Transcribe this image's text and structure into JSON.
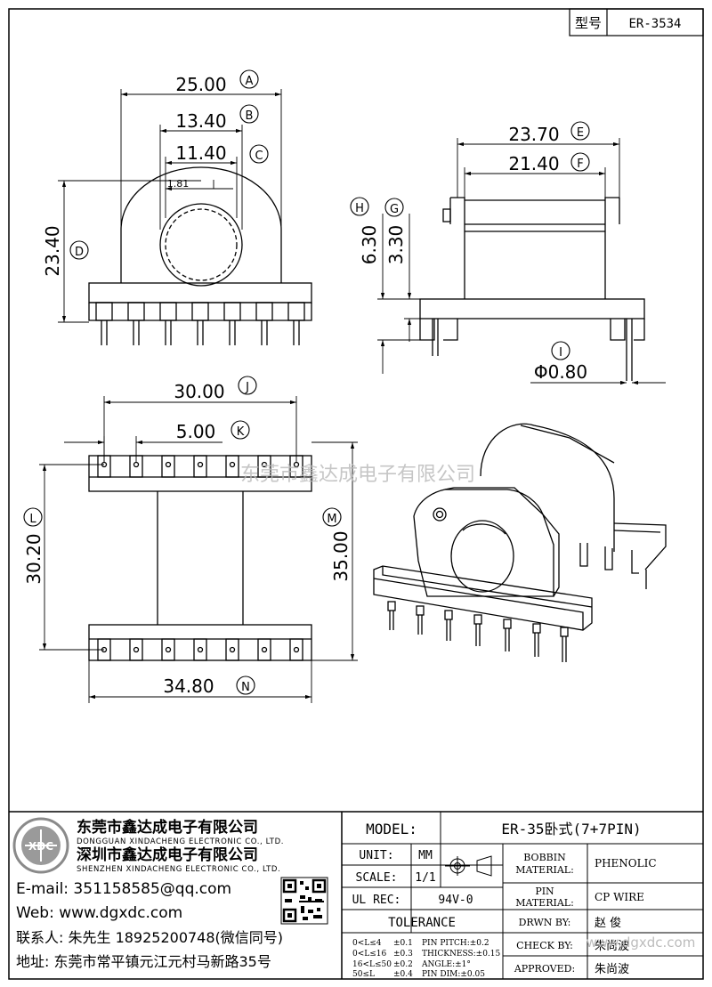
{
  "header": {
    "model_label": "型号",
    "model_value": "ER-3534"
  },
  "dimensions": {
    "A": "25.00",
    "B": "13.40",
    "C": "11.40",
    "D": "23.40",
    "E": "23.70",
    "F": "21.40",
    "G": "3.30",
    "H": "6.30",
    "I": "Φ0.80",
    "J": "30.00",
    "K": "5.00",
    "L": "30.20",
    "M": "35.00",
    "N": "34.80",
    "inner": "1.81"
  },
  "letters": {
    "A": "A",
    "B": "B",
    "C": "C",
    "D": "D",
    "E": "E",
    "F": "F",
    "G": "G",
    "H": "H",
    "I": "I",
    "J": "J",
    "K": "K",
    "L": "L",
    "M": "M",
    "N": "N"
  },
  "watermark": "东莞市鑫达成电子有限公司",
  "watermark_small": "www.dgxdc.com",
  "company": {
    "name_cn_1": "东莞市鑫达成电子有限公司",
    "name_en_1": "DONGGUAN XINDACHENG ELECTRONIC CO., LTD.",
    "name_cn_2": "深圳市鑫达成电子有限公司",
    "name_en_2": "SHENZHEN XINDACHENG ELECTRONIC CO., LTD.",
    "logo_text": "XDC",
    "email": "E-mail: 351158585@qq.com",
    "web": "Web: www.dgxdc.com",
    "contact": "联系人: 朱先生 18925200748(微信同号)",
    "address": "地址: 东莞市常平镇元江元村马新路35号"
  },
  "titleblock": {
    "model_label": "MODEL:",
    "model_value": "ER-35卧式(7+7PIN)",
    "unit_label": "UNIT:",
    "unit_value": "MM",
    "scale_label": "SCALE:",
    "scale_value": "1/1",
    "ulrec_label": "UL REC:",
    "ulrec_value": "94V-0",
    "tolerance_label": "TOLERANCE",
    "tol_1a": "0<L≤4",
    "tol_1b": "±0.1",
    "tol_1c": "PIN PITCH:±0.2",
    "tol_2a": "0<L≤16",
    "tol_2b": "±0.3",
    "tol_2c": "THICKNESS:±0.15",
    "tol_3a": "16<L≤50",
    "tol_3b": "±0.2",
    "tol_3c": "ANGLE:±1°",
    "tol_4a": "50≤L",
    "tol_4b": "±0.4",
    "tol_4c": "PIN DIM:±0.05",
    "bobbin_label_1": "BOBBIN",
    "bobbin_label_2": "MATERIAL:",
    "bobbin_value": "PHENOLIC",
    "pin_label_1": "PIN",
    "pin_label_2": "MATERIAL:",
    "pin_value": "CP WIRE",
    "drawn_label": "DRWN BY:",
    "drawn_value": "赵 俊",
    "check_label": "CHECK BY:",
    "check_value": "朱尚波",
    "approved_label": "APPROVED:",
    "approved_value": "朱尚波"
  }
}
